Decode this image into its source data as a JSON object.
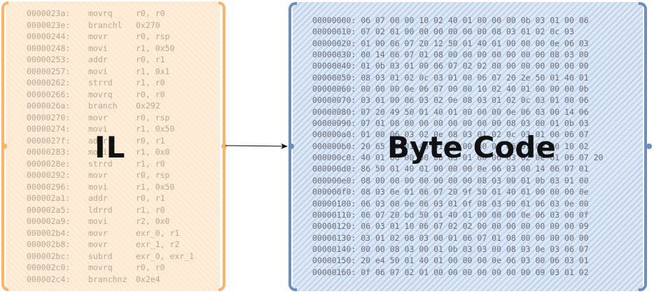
{
  "il": {
    "label": "IL",
    "lines": [
      {
        "addr": "0000023a:",
        "op": "movrq",
        "args": "r0, r0"
      },
      {
        "addr": "0000023e:",
        "op": "branchl",
        "args": "0x270"
      },
      {
        "addr": "00000244:",
        "op": "movr",
        "args": "r0, rsp"
      },
      {
        "addr": "00000248:",
        "op": "movi",
        "args": "r1, 0x50"
      },
      {
        "addr": "00000253:",
        "op": "addr",
        "args": "r0, r1"
      },
      {
        "addr": "00000257:",
        "op": "movi",
        "args": "r1, 0x1"
      },
      {
        "addr": "00000262:",
        "op": "strrd",
        "args": "r1, r0"
      },
      {
        "addr": "00000266:",
        "op": "movrq",
        "args": "r0, r0"
      },
      {
        "addr": "0000026a:",
        "op": "branch",
        "args": "0x292"
      },
      {
        "addr": "00000270:",
        "op": "movr",
        "args": "r0, rsp"
      },
      {
        "addr": "00000274:",
        "op": "movi",
        "args": "r1, 0x50"
      },
      {
        "addr": "0000027f:",
        "op": "addr",
        "args": "r0, r1"
      },
      {
        "addr": "00000283:",
        "op": "movi",
        "args": "r1, 0x0"
      },
      {
        "addr": "0000028e:",
        "op": "strrd",
        "args": "r1, r0"
      },
      {
        "addr": "00000292:",
        "op": "movr",
        "args": "r0, rsp"
      },
      {
        "addr": "00000296:",
        "op": "movi",
        "args": "r1, 0x50"
      },
      {
        "addr": "000002a1:",
        "op": "addr",
        "args": "r0, r1"
      },
      {
        "addr": "000002a5:",
        "op": "ldrrd",
        "args": "r1, r0"
      },
      {
        "addr": "000002a9:",
        "op": "movi",
        "args": "r2, 0x0"
      },
      {
        "addr": "000002b4:",
        "op": "movr",
        "args": "exr_0, r1"
      },
      {
        "addr": "000002b8:",
        "op": "movr",
        "args": "exr_1, r2"
      },
      {
        "addr": "000002bc:",
        "op": "subrd",
        "args": "exr_0, exr_1"
      },
      {
        "addr": "000002c0:",
        "op": "movrq",
        "args": "r0, r0"
      },
      {
        "addr": "000002c4:",
        "op": "branchnz",
        "args": "0x2e4"
      }
    ]
  },
  "bytecode": {
    "label": "Byte Code",
    "lines": [
      "00000000: 06 07 00 00 10 02 40 01 00 00 00 0b 03 01 00 06",
      "00000010: 07 02 01 00 00 00 00 00 00 08 03 01 02 0c 03",
      "00000020: 01 00 06 07 20 12 50 01 40 01 00 00 00 0e 06 03",
      "00000030: 00 14 06 07 01 08 00 00 00 00 00 00 00 08 03 00",
      "00000040: 01 0b 03 01 00 06 07 02 02 00 00 00 00 00 00 00",
      "00000050: 08 03 01 02 0c 03 01 00 06 07 20 2e 50 01 40 01",
      "00000060: 00 00 00 0e 06 07 00 00 10 02 40 01 00 00 00 0b",
      "00000070: 03 01 00 06 03 02 0e 08 03 01 02 0c 03 01 00 06",
      "00000080: 07 20 49 50 01 40 01 00 00 00 0e 06 03 00 14 06",
      "00000090: 07 01 08 00 00 00 00 00 00 00 08 03 00 01 0b 03",
      "000000a0: 01 00 06 03 02 0e 08 03 01 02 0c 03 01 00 06 07",
      "000000b0: 20 65 50 01 40 01 00 00 00 0e 06 07 00 00 10 02",
      "000000c0: 40 01 00 00 00 0b 03 01 00 06 03 02 0e 01 06 07 20",
      "000000d0: 86 50 01 40 01 00 00 00 0e 06 03 00 14 06 07 01",
      "000000e0: 08 00 00 00 00 00 00 00 08 03 00 01 0b 03 01 00",
      "000000f0: 08 03 0e 01 06 07 20 9f 50 01 40 01 00 00 00 0e",
      "00000100: 06 03 00 0e 06 03 01 0f 08 03 00 01 06 03 0e 00",
      "00000110: 06 07 20 bd 50 01 40 01 00 00 00 0e 06 03 00 0f",
      "00000120: 06 03 01 10 06 07 02 02 00 00 00 00 00 00 00 09",
      "00000130: 03 01 02 08 03 00 01 06 07 01 08 00 00 00 00 00",
      "00000140: 00 00 08 03 00 01 0b 03 03 00 08 03 0e 03 06 07",
      "00000150: 20 e4 50 01 40 01 00 00 00 0e 06 03 00 06 03 01",
      "00000160: 0f 06 07 02 01 00 00 00 00 00 00 00 09 03 01 02"
    ]
  },
  "colors": {
    "il_fill": "#fde9d1",
    "il_stroke": "#ffb366",
    "bytecode_fill": "#dde8f6",
    "bytecode_stroke": "#6c8ebf",
    "arrow": "#000000"
  }
}
